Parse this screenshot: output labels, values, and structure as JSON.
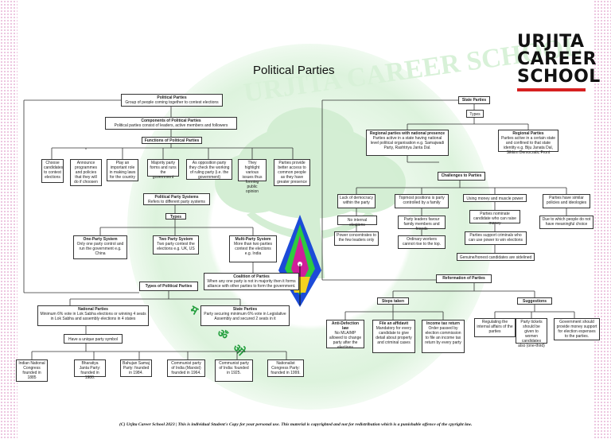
{
  "title": "Political Parties",
  "logo": [
    "URJITA",
    "CAREER",
    "SCHOOL"
  ],
  "watermark": "URJITA CAREER SCHOOL",
  "colors": {
    "logo_bar": "#d62020",
    "dots": "#e7b3d6",
    "watermark": "#dff5df"
  },
  "nodes": {
    "political_parties": {
      "head": "Political Parties",
      "body": "Group of people coming together to contest elections"
    },
    "components": {
      "head": "Components of Political Parties",
      "body": "Political parties consist of leaders, active members and followers"
    },
    "functions": {
      "head": "Functions of Political Parties"
    },
    "functions_items": [
      "Choose candidates to contest elections",
      "Announce programmes and policies that they will do if choosen",
      "Play an important role in making laws for the country",
      "Majority party forms and runs the government",
      "As opposition party they check the working of ruling party (i.e. the government)",
      "They highlight various issues thus forming public opinion",
      "Parties provide better access to common people as they have greater presence"
    ],
    "party_systems": {
      "head": "Political Party Systems",
      "body": "Refers to different party systems"
    },
    "types_label": "Types",
    "one_party": {
      "head": "One-Party System",
      "body": "Only one party control and run the government e.g. China"
    },
    "two_party": {
      "head": "Two Party System",
      "body": "Two party contest the elections e.g. UK, US"
    },
    "multi_party": {
      "head": "Multi-Party System",
      "body": "More than two parties contest the elections e.g. India"
    },
    "coalition": {
      "head": "Coalition of Parties",
      "body": "When any one party is not in majority then it forms alliance with other parties to form the government."
    },
    "types_of_parties": {
      "head": "Types of Political Parties"
    },
    "national_parties": {
      "head": "National Parties",
      "body": "Minimum 6% vote in Lok Sabha elections or winning 4 seats in Lok Sabha and assembly elections in 4 states"
    },
    "unique_symbol": "Have a unique party symbol",
    "state_parties_box": {
      "head": "State Parties",
      "body": "Party securing minimum 6% vote in Legislative Assembly and secured 2 seats in it"
    },
    "national_list": [
      "Indian National Congress founded in 1885",
      "Bharatiya Janta Party: founded in 1980.",
      "Bahujan Samaj Party: founded in 1984.",
      "Communist party of India (Marxist) founded in 1964.",
      "Communist party of India: founded in 1925.",
      "Nationalist Congress Party: founded in 1999."
    ],
    "state_parties": {
      "head": "State Parties"
    },
    "types2": "Types",
    "regional_national": {
      "head": "Regional parties with national presence",
      "body": "Parties active in a state having national level political organisation e.g. Samajwadi Party, Rashtriya Janta Dal."
    },
    "regional": {
      "head": "Regional Parties",
      "body": "Parties active in a certain state and confined to that state identity e.g. Biju Janata Dal, Sikkim Democratic Front"
    },
    "challenges": {
      "head": "Challenges to Parties"
    },
    "challenges_items": [
      "Lack of democracy within the party",
      "No internal elections",
      "Power concentrates to the few leaders only",
      "Topmost positions is party controlled by a family",
      "Party leaders favour family members and friends",
      "Ordinary workers cannot rise to the top.",
      "Using money and muscle power",
      "Parties nominate candidate who can raise money",
      "Parties support criminals who can use power to win elections",
      "Genuine/honest candidates are sidelined",
      "Parties have similar policies and ideologies",
      "Due to which people do not have meaningful choice"
    ],
    "reformation": {
      "head": "Reformation of Parties"
    },
    "steps_taken": "Steps taken",
    "suggestions": "Suggestions",
    "steps": [
      {
        "head": "Anti-Defection law",
        "body": "No MLA/MP allowed to change party after the elections"
      },
      {
        "head": "File an affidavit",
        "body": "Mandatory for every candidate to give detail about property and criminal cases"
      },
      {
        "head": "Income tax return",
        "body": "Order passed by election commission to file an income tax return by every party"
      }
    ],
    "suggestion_items": [
      "Regulating the internal affairs of the parties",
      "Party tickets should be given to women candidates also (one-third)",
      "Government should provide money support for election expenses to the parties."
    ]
  },
  "footer": "(C) Urjita Career School 2023 | This is individual Student's Copy for your personal use. This material is copyrighted and not for redistribution which is a punishable offence of the cpyright law."
}
